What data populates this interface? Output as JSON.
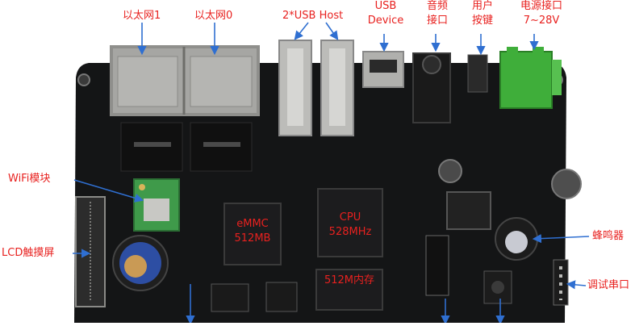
{
  "colors": {
    "annotation": "#e8211f",
    "arrow": "#2f6fd1",
    "pcb": "#141516",
    "chip": "#1c1c1e",
    "terminal": "#3fae3a",
    "metal": "#b9b9b6"
  },
  "labels": {
    "eth1": "以太网1",
    "eth0": "以太网0",
    "usb_host": "2*USB Host",
    "usb_device_line1": "USB",
    "usb_device_line2": "Device",
    "audio_line1": "音频",
    "audio_line2": "接口",
    "user_key_line1": "用户",
    "user_key_line2": "按键",
    "power_line1": "电源接口",
    "power_line2": "7~28V",
    "wifi": "WiFi模块",
    "lcd": "LCD触摸屏",
    "buzzer": "蜂鸣器",
    "debug": "调试串口"
  },
  "chips": {
    "emmc_line1": "eMMC",
    "emmc_line2": "512MB",
    "cpu_line1": "CPU",
    "cpu_line2": "528MHz",
    "ram": "512M内存"
  },
  "icons": {
    "ethernet": "ethernet-jack-icon",
    "usb": "usb-port-icon",
    "audio": "audio-jack-icon",
    "power": "power-terminal-icon",
    "wifi": "wifi-module-icon",
    "battery": "coin-battery-icon",
    "buzzer": "buzzer-icon"
  }
}
